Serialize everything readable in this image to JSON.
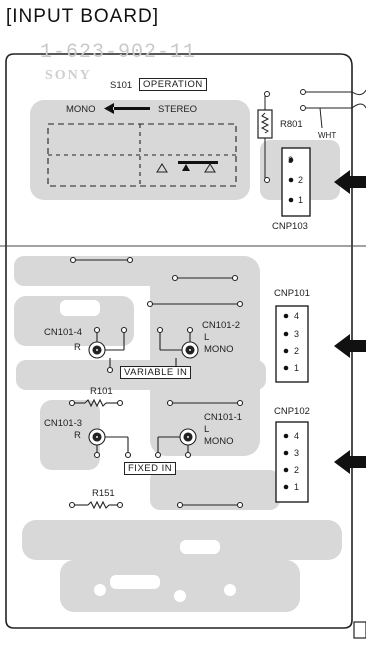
{
  "title": "[INPUT BOARD]",
  "ghost_part_number": "1-623-902-11",
  "ghost_brand": "SONY",
  "switch": {
    "ref": "S101",
    "label": "OPERATION",
    "mono": "MONO",
    "stereo": "STEREO"
  },
  "resistors": {
    "r801": "R801",
    "r101": "R101",
    "r151": "R151"
  },
  "wire_color": "WHT",
  "connectors": {
    "cnp103": {
      "name": "CNP103",
      "pins": [
        "3",
        "2",
        "1"
      ]
    },
    "cnp101": {
      "name": "CNP101",
      "pins": [
        "4",
        "3",
        "2",
        "1"
      ]
    },
    "cnp102": {
      "name": "CNP102",
      "pins": [
        "4",
        "3",
        "2",
        "1"
      ]
    }
  },
  "jacks": {
    "cn101_4": {
      "name": "CN101-4",
      "side": "R"
    },
    "cn101_2": {
      "name": "CN101-2",
      "side": "L",
      "mono": "MONO"
    },
    "cn101_3": {
      "name": "CN101-3",
      "side": "R"
    },
    "cn101_1": {
      "name": "CN101-1",
      "side": "L",
      "mono": "MONO"
    }
  },
  "inputs": {
    "variable": "VARIABLE IN",
    "fixed": "FIXED IN"
  },
  "colors": {
    "ink": "#1a1a1a",
    "trace": "#d6d6d6",
    "paper": "#ffffff"
  }
}
